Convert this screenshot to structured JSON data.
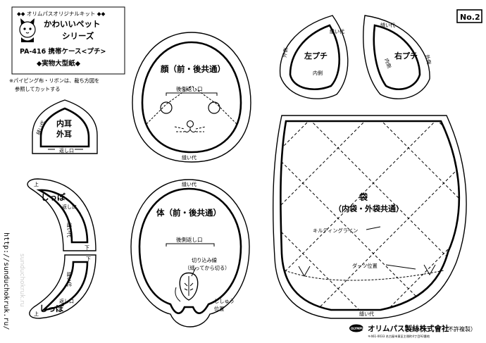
{
  "header": {
    "kit_line": "◆◆ オリムパスオリジナルキット ◆◆",
    "series_line1": "かわいいペット",
    "series_line2": "シリーズ",
    "product_line": "PA-416 携帯ケース<プチ>",
    "pattern_line": "◆実物大型紙◆",
    "sheet_number": "No.2"
  },
  "note": {
    "line1": "※パイピング布・リボンは、裁ち方図を",
    "line2": "参照してカットする"
  },
  "pieces": {
    "inner_ear": {
      "name_line1": "内耳",
      "name_line2": "外耳",
      "seam": "縫い代",
      "opening": "返し口"
    },
    "face": {
      "name": "顔（前・後共通）",
      "opening": "後側返し口",
      "seam": "縫い代"
    },
    "left_petit": {
      "name": "左プチ",
      "seam": "縫い代",
      "outer": "外側",
      "inner": "内側"
    },
    "right_petit": {
      "name": "右プチ",
      "seam": "縫い代",
      "outer": "外側",
      "inner": "内側"
    },
    "tail_upper": {
      "name": "しっぽ",
      "opening": "返し口",
      "seam": "縫い代",
      "top": "上",
      "bottom": "下"
    },
    "tail_lower": {
      "name": "しっぽ",
      "opening": "返し口",
      "seam": "縫い代",
      "top": "上",
      "bottom": "下"
    },
    "body": {
      "name": "体（前・後共通）",
      "opening": "後側返し口",
      "seam": "縫い代",
      "cut_line1": "切り込み線",
      "cut_line2": "（縫ってから切る）",
      "emb_line1": "ししゅう",
      "emb_line2": "位置"
    },
    "bag": {
      "name_line1": "袋",
      "name_line2": "（内袋・外袋共通）",
      "quilting": "キルティングライン",
      "dart": "ダーツ位置",
      "seam": "縫い代"
    }
  },
  "footer": {
    "company": "オリムパス製絲株式會社",
    "copyright": "（不許複製）",
    "address": "〒461-0033 名古屋市東区主税町4丁目92番地"
  },
  "side_url": "http://sunduchokruk.ru/",
  "watermark": "sunduchokruk.ru"
}
